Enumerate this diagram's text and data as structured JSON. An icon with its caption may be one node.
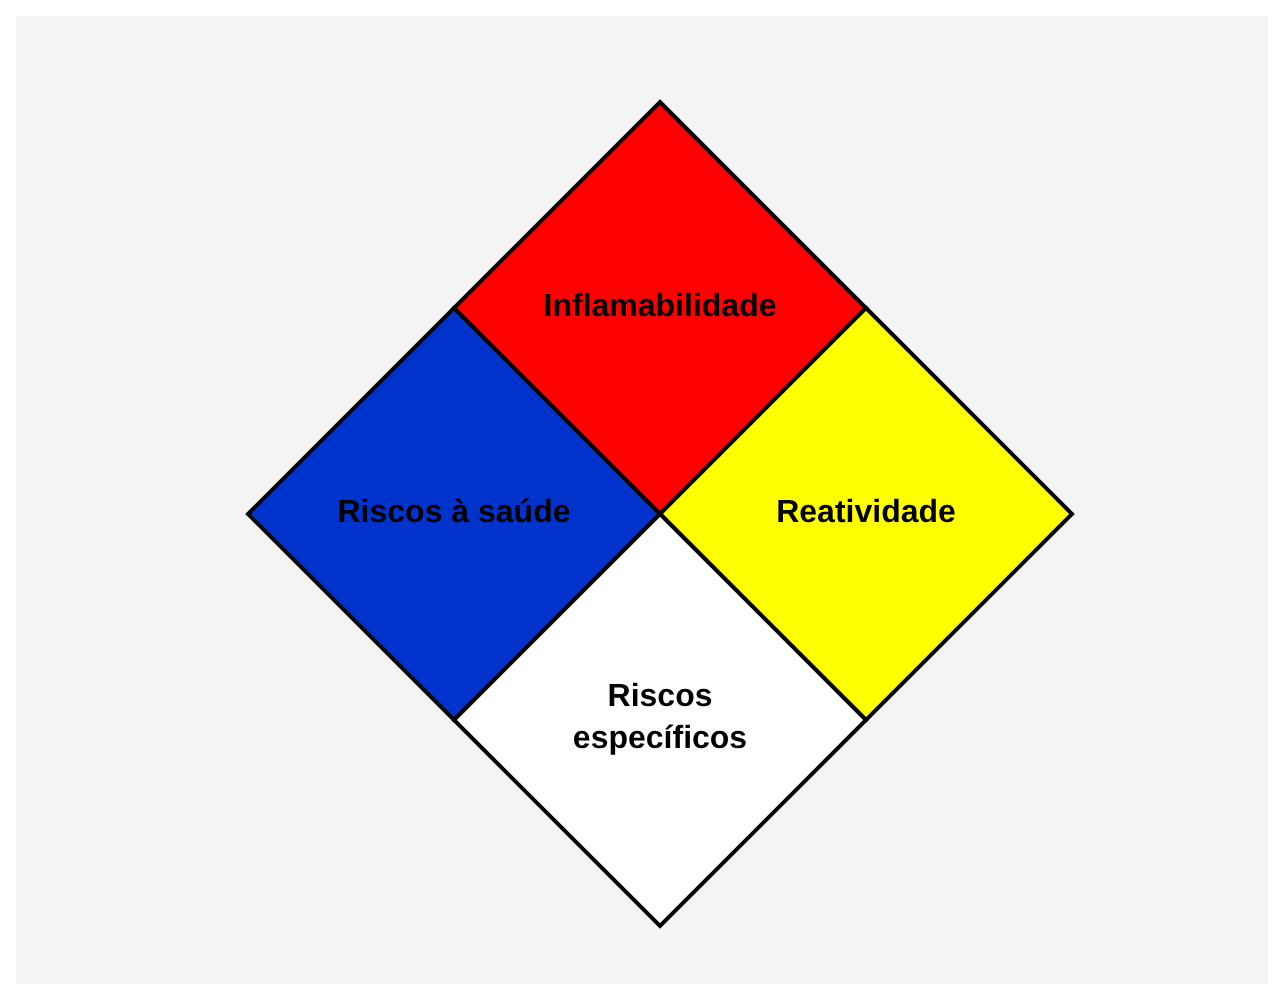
{
  "diagram": {
    "nodes": [
      {
        "text": [
          "Inflamabilidade"
        ]
      },
      {
        "text": [
          "Riscos à saúde"
        ]
      },
      {
        "text": [
          "Reatividade"
        ]
      },
      {
        "text": [
          "Riscos específicos"
        ]
      }
    ]
  }
}
